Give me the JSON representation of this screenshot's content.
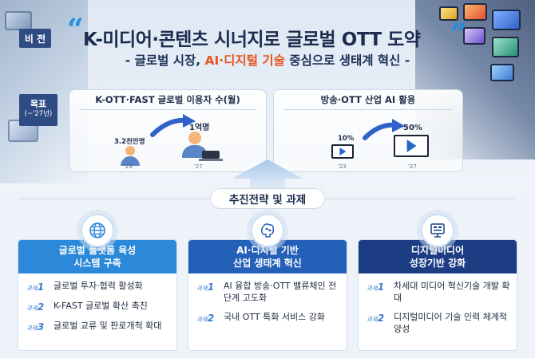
{
  "header": {
    "vision_label": "비 전",
    "title": "K-미디어·콘텐츠 시너지로 글로벌 OTT 도약",
    "quote_open": "“",
    "quote_close": "”",
    "subtitle_prefix": "- 글로벌 시장, ",
    "subtitle_accent": "AI·디지털 기술",
    "subtitle_suffix": " 중심으로 생태계 혁신  -"
  },
  "goal": {
    "label": "목표",
    "label_sub": "(~'27년)",
    "left_card": {
      "title": "K-OTT·FAST 글로벌 이용자 수(월)",
      "from_value": "3.2천만명",
      "to_value": "1억명",
      "from_year": "'23",
      "to_year": "'27"
    },
    "right_card": {
      "title": "방송·OTT 산업 AI 활용",
      "from_value": "10%",
      "to_value": "50%",
      "from_year": "'23",
      "to_year": "'27"
    }
  },
  "strategy_title": "추진전략 및 과제",
  "strategies": [
    {
      "icon": "globe-icon",
      "title_line1": "글로벌 플랫폼 육성",
      "title_line2": "시스템 구축",
      "tasks": [
        {
          "tag": "과제",
          "num": "1",
          "text": "글로벌 투자·협력 활성화"
        },
        {
          "tag": "과제",
          "num": "2",
          "text": "K-FAST 글로벌 확산 촉진"
        },
        {
          "tag": "과제",
          "num": "3",
          "text": "글로벌 교류 및 판로개척 확대"
        }
      ]
    },
    {
      "icon": "ai-brain-icon",
      "title_line1": "AI·디지털 기반",
      "title_line2": "산업 생태계 혁신",
      "tasks": [
        {
          "tag": "과제",
          "num": "1",
          "text": "AI 융합 방송·OTT 밸류체인 전단계 고도화"
        },
        {
          "tag": "과제",
          "num": "2",
          "text": "국내 OTT 특화 서비스 강화"
        }
      ]
    },
    {
      "icon": "digital-media-icon",
      "title_line1": "디지털미디어",
      "title_line2": "성장기반 강화",
      "tasks": [
        {
          "tag": "과제",
          "num": "1",
          "text": "차세대 미디어 혁신기술 개발 확대"
        },
        {
          "tag": "과제",
          "num": "2",
          "text": "디지털미디어 기술 인력 체계적 양성"
        }
      ]
    }
  ],
  "colors": {
    "navy": "#2f4b83",
    "accent_orange": "#e8561f",
    "blue_light": "#2c88d9",
    "blue_mid": "#2560b8",
    "blue_dark": "#1c3d84"
  }
}
